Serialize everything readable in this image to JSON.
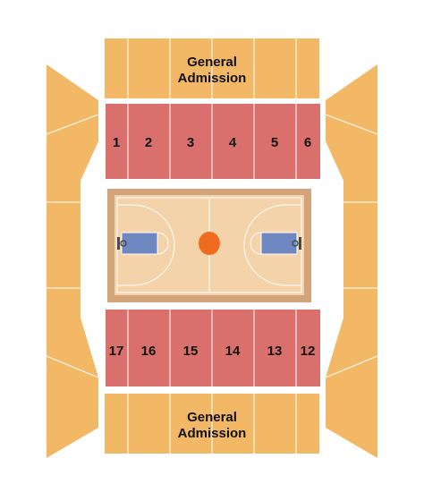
{
  "map": {
    "colors": {
      "general_admission": "#f2b866",
      "reserved_section": "#d9706c",
      "court_border": "#d3a37a",
      "court_floor": "#f4d3ab",
      "paint": "#6f88c2",
      "center_ball": "#ef6b1e",
      "court_lines": "#ffffff",
      "section_divider": "#ffffff"
    },
    "general_admission_top": {
      "line1": "General",
      "line2": "Admission"
    },
    "general_admission_bottom": {
      "line1": "General",
      "line2": "Admission"
    },
    "sections_top": [
      "1",
      "2",
      "3",
      "4",
      "5",
      "6"
    ],
    "sections_bottom": [
      "17",
      "16",
      "15",
      "14",
      "13",
      "12"
    ]
  }
}
